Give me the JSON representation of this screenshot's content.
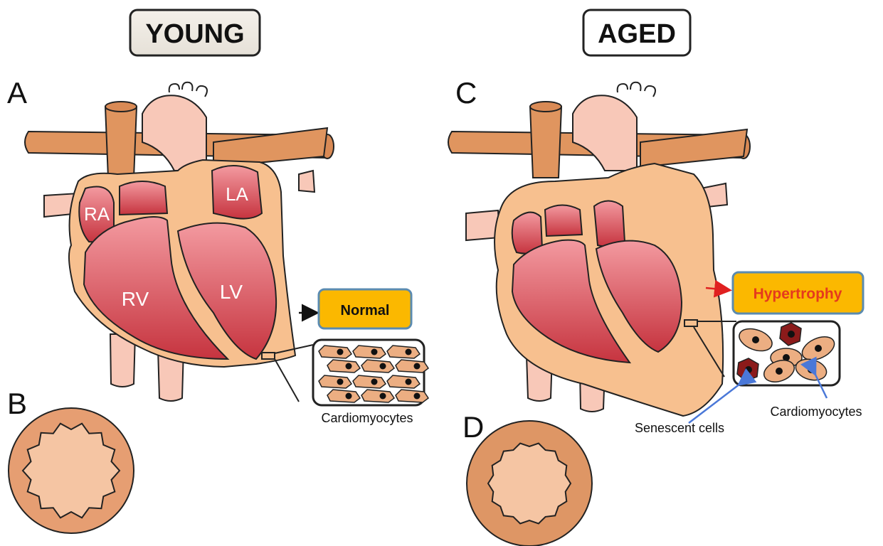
{
  "panels": {
    "young": {
      "title": "YOUNG",
      "letter_heart": "A",
      "letter_vessel": "B",
      "chambers": {
        "ra": "RA",
        "la": "LA",
        "rv": "RV",
        "lv": "LV"
      },
      "state_label": "Normal",
      "cells_label": "Cardiomyocytes"
    },
    "aged": {
      "title": "AGED",
      "letter_heart": "C",
      "letter_vessel": "D",
      "state_label": "Hypertrophy",
      "cells_label": "Cardiomyocytes",
      "senescent_label": "Senescent cells"
    }
  },
  "colors": {
    "myocardium": "#f7c08f",
    "chamber": "#d9485a",
    "chamber_light": "#f0909a",
    "vessel": "#e0955f",
    "vessel_dark": "#d98a55",
    "aorta": "#f8c8b8",
    "label_box": "#fbb800",
    "label_box_border": "#5b8bb0",
    "hypertrophy_text": "#e53a1d",
    "arrow_red": "#e02020",
    "arrow_blue": "#4a78d8",
    "senescent": "#8b1a1a",
    "cell": "#ecae82",
    "intima": "#f5c5a3",
    "vessel_wall_young": "#e69e72",
    "vessel_wall_aged": "#de9665"
  }
}
